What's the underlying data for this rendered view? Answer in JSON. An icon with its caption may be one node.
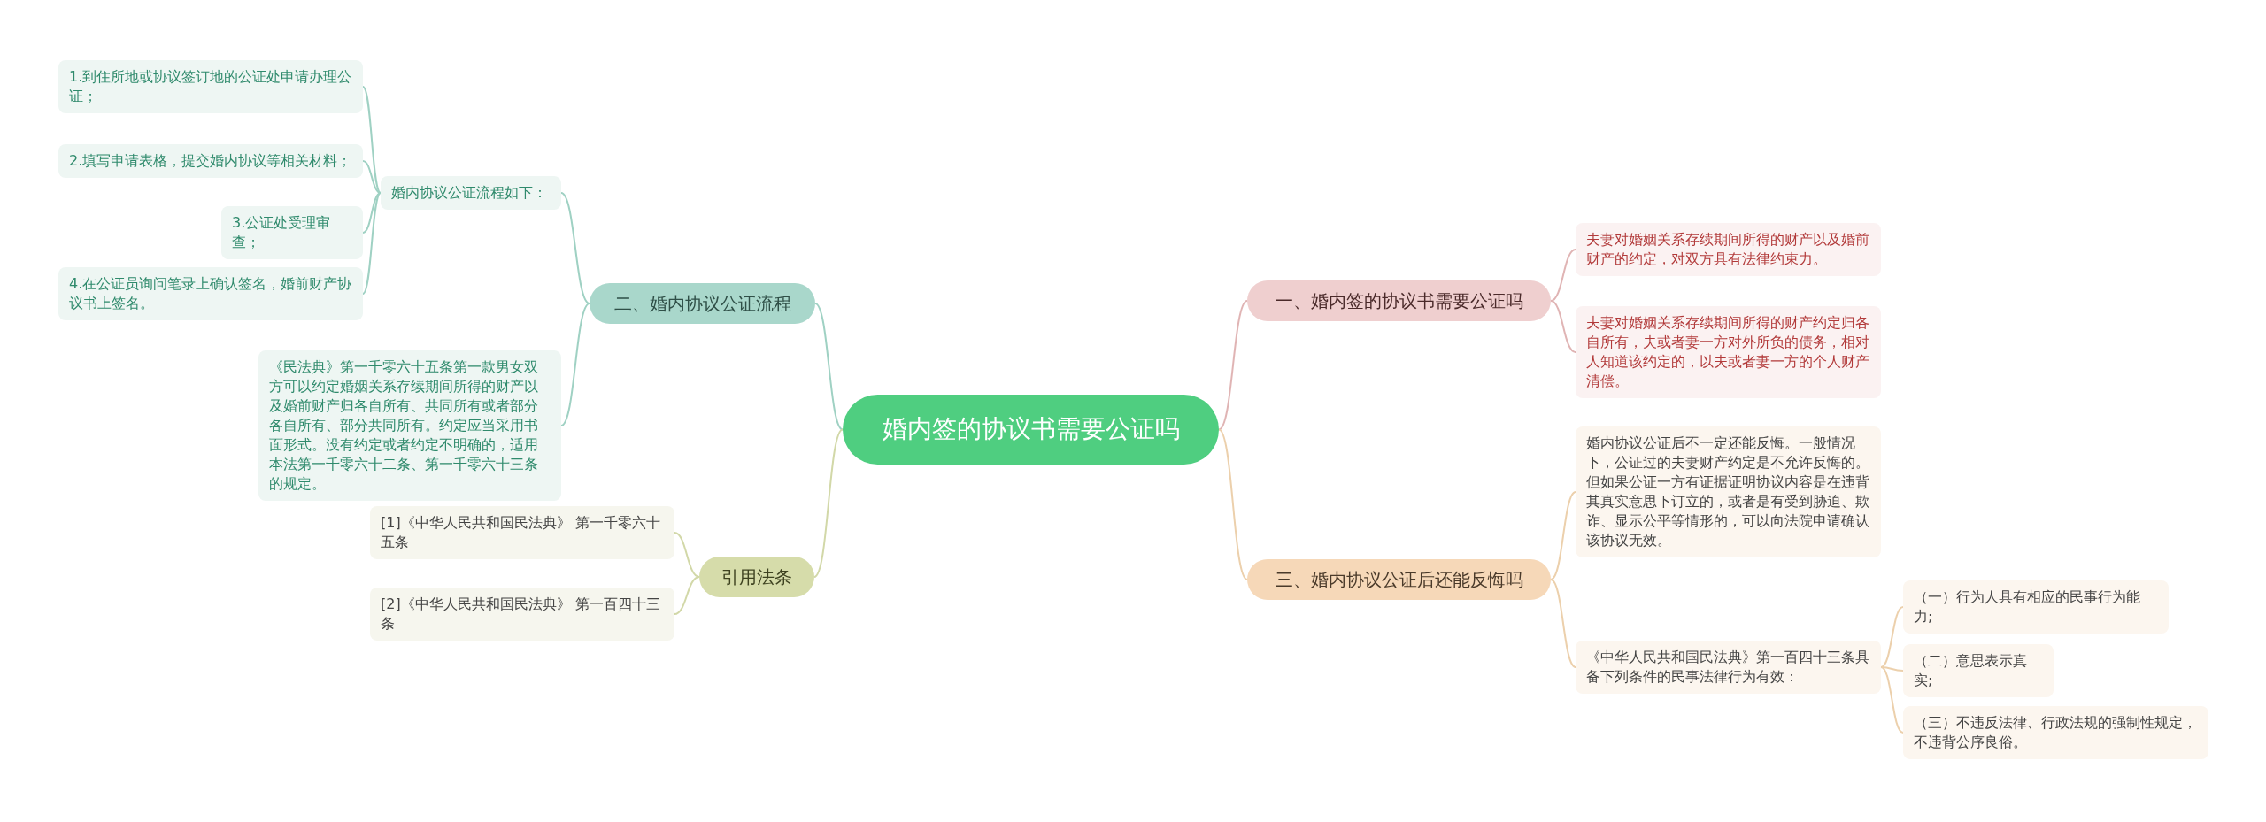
{
  "diagram": {
    "nodes": [
      {
        "text": [
          "婚内签的协议书需要公证吗"
        ]
      },
      {
        "text": [
          "一、婚内签的协议书需要公证吗"
        ]
      },
      {
        "text": [
          "夫妻对婚姻关系存续期间所得的财产以及婚前财产的约定，对双方具有法律约束力。"
        ]
      },
      {
        "text": [
          "夫妻对婚姻关系存续期间所得的财产约定归各自所有，夫或者妻一方对外所负的债务，相对人知道该约定的，以夫或者妻一方的个人财产清偿。"
        ]
      },
      {
        "text": [
          "二、婚内协议公证流程"
        ]
      },
      {
        "text": [
          "婚内协议公证流程如下："
        ]
      },
      {
        "text": [
          "1.到住所地或协议签订地的公证处申请办理公证；"
        ]
      },
      {
        "text": [
          "2.填写申请表格，提交婚内协议等相关材料；"
        ]
      },
      {
        "text": [
          "3.公证处受理审查；"
        ]
      },
      {
        "text": [
          "4.在公证员询问笔录上确认签名，婚前财产协议书上签名。"
        ]
      },
      {
        "text": [
          "《民法典》第一千零六十五条第一款男女双方可以约定婚姻关系存续期间所得的财产以及婚前财产归各自所有、共同所有或者部分各自所有、部分共同所有。约定应当采用书面形式。没有约定或者约定不明确的，适用本法第一千零六十二条、第一千零六十三条的规定。"
        ]
      },
      {
        "text": [
          "三、婚内协议公证后还能反悔吗"
        ]
      },
      {
        "text": [
          "婚内协议公证后不一定还能反悔。一般情况下，公证过的夫妻财产约定是不允许反悔的。但如果公证一方有证据证明协议内容是在违背其真实意思下订立的，或者是有受到胁迫、欺诈、显示公平等情形的，可以向法院申请确认该协议无效。"
        ]
      },
      {
        "text": [
          "《中华人民共和国民法典》第一百四十三条具备下列条件的民事法律行为有效："
        ]
      },
      {
        "text": [
          "（一）行为人具有相应的民事行为能力;"
        ]
      },
      {
        "text": [
          "（二）意思表示真实;"
        ]
      },
      {
        "text": [
          "（三）不违反法律、行政法规的强制性规定，不违背公序良俗。"
        ]
      },
      {
        "text": [
          "引用法条"
        ]
      },
      {
        "text": [
          "[1]《中华人民共和国民法典》 第一千零六十五条"
        ]
      },
      {
        "text": [
          "[2]《中华人民共和国民法典》 第一百四十三条"
        ]
      }
    ],
    "edges": [
      {
        "from": 0,
        "to": 1,
        "arrow": "none",
        "color": "#e0b4b4"
      },
      {
        "from": 1,
        "to": 2,
        "arrow": "none",
        "color": "#e0b4b4"
      },
      {
        "from": 1,
        "to": 3,
        "arrow": "none",
        "color": "#e0b4b4"
      },
      {
        "from": 0,
        "to": 4,
        "arrow": "none"
      },
      {
        "from": 4,
        "to": 5,
        "arrow": "none"
      },
      {
        "from": 5,
        "to": 6,
        "arrow": "none"
      },
      {
        "from": 5,
        "to": 7,
        "arrow": "none"
      },
      {
        "from": 5,
        "to": 8,
        "arrow": "none"
      },
      {
        "from": 5,
        "to": 9,
        "arrow": "none"
      },
      {
        "from": 4,
        "to": 10,
        "arrow": "none"
      },
      {
        "from": 0,
        "to": 11,
        "arrow": "none",
        "color": "#ecd0ac"
      },
      {
        "from": 11,
        "to": 12,
        "arrow": "none",
        "color": "#ecd0ac"
      },
      {
        "from": 11,
        "to": 13,
        "arrow": "none",
        "color": "#ecd0ac"
      },
      {
        "from": 13,
        "to": 14,
        "arrow": "none",
        "color": "#ecd0ac"
      },
      {
        "from": 13,
        "to": 15,
        "arrow": "none",
        "color": "#ecd0ac"
      },
      {
        "from": 13,
        "to": 16,
        "arrow": "none",
        "color": "#ecd0ac"
      },
      {
        "from": 0,
        "to": 17,
        "arrow": "none",
        "color": "#d2d8a8"
      },
      {
        "from": 17,
        "to": 18,
        "arrow": "none",
        "color": "#d2d8a8"
      },
      {
        "from": 17,
        "to": 19,
        "arrow": "none",
        "color": "#d2d8a8"
      }
    ]
  }
}
